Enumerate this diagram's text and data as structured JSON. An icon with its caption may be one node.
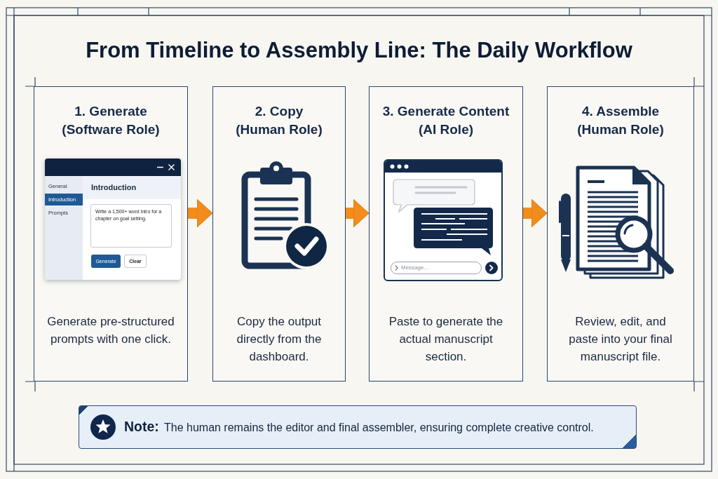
{
  "diagram": {
    "title": "From Timeline to Assembly Line: The Daily Workflow",
    "nodes": [
      {
        "text": [
          "1. Generate (Software Role)",
          "Generate pre-structured prompts with one click."
        ]
      },
      {
        "text": [
          "Introduction"
        ],
        "in": 0
      },
      {
        "text": [
          "General",
          "Introduction",
          "Prompts"
        ],
        "in": 1
      },
      {
        "text": [
          "Write a 1,500+ word intro for a chapter on goal setting."
        ],
        "in": 1
      },
      {
        "text": [
          "Generate"
        ],
        "in": 1
      },
      {
        "text": [
          "Clear"
        ],
        "in": 1
      },
      {
        "text": [
          "2. Copy (Human Role)",
          "Copy the output directly from the dashboard."
        ]
      },
      {
        "text": [
          "3. Generate Content (AI Role)",
          "Paste to generate the actual manuscript section."
        ]
      },
      {
        "text": [],
        "shape": "box",
        "in": 7
      },
      {
        "text": [
          "Message..."
        ],
        "in": 8
      },
      {
        "text": [
          "4. Assemble (Human Role)",
          "Review, edit, and paste into your final manuscript file."
        ]
      },
      {
        "text": [
          "**Note:** The human remains the editor and final assembler, ensuring complete creative control."
        ]
      }
    ],
    "edges": [
      {
        "from": 0,
        "to": 6,
        "arrow": "to"
      },
      {
        "from": 6,
        "to": 7,
        "arrow": "to"
      },
      {
        "from": 7,
        "to": 10,
        "arrow": "to"
      }
    ]
  }
}
